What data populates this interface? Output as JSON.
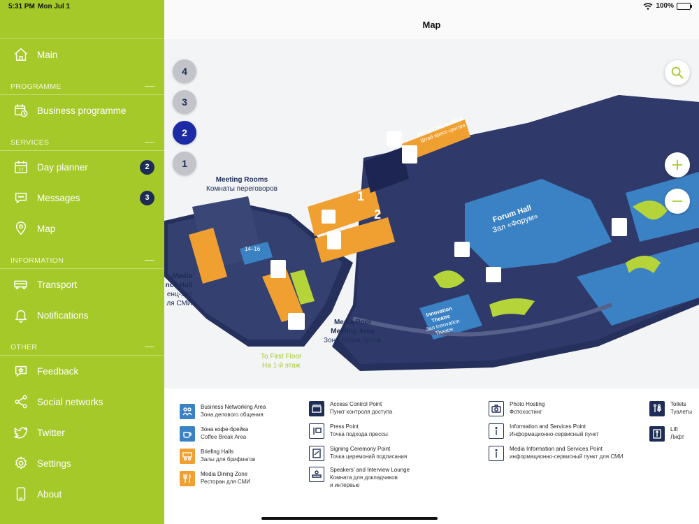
{
  "status_bar": {
    "time": "5:31 PM",
    "date": "Mon Jul 1",
    "battery": "100%"
  },
  "sidebar": {
    "main": {
      "label": "Main"
    },
    "sections": {
      "programme": "PROGRAMME",
      "services": "SERVICES",
      "information": "INFORMATION",
      "other": "OTHER"
    },
    "items": {
      "business_programme": "Business programme",
      "day_planner": {
        "label": "Day planner",
        "badge": "2"
      },
      "messages": {
        "label": "Messages",
        "badge": "3"
      },
      "map": "Map",
      "transport": "Transport",
      "notifications": "Notifications",
      "feedback": "Feedback",
      "social_networks": "Social networks",
      "twitter": "Twitter",
      "settings": "Settings",
      "about": "About"
    }
  },
  "page": {
    "title": "Map"
  },
  "floors": [
    "4",
    "3",
    "2",
    "1"
  ],
  "active_floor": "2",
  "map_labels": {
    "meeting_rooms": {
      "en": "Meeting Rooms",
      "ru": "Комнаты переговоров"
    },
    "media_hall": {
      "en": "Media",
      "en2": "nce Hall",
      "ru1": "енц-зал",
      "ru2": "ля СМИ"
    },
    "media_pool": {
      "en1": "Media Pool",
      "en2": "Meeting Area",
      "ru": "Зона сбора пулов"
    },
    "first_floor": {
      "en": "To First Floor",
      "ru": "На 1-й этаж"
    },
    "forum_hall": {
      "en": "Forum Hall",
      "ru": "Зал «Форум»"
    },
    "press_centre": {
      "en": "Press Centre Office",
      "ru": "Штаб пресс-центра"
    },
    "innovation_theatre": {
      "en1": "Innovation",
      "en2": "Theatre",
      "ru1": "Зал Innovation",
      "ru2": "Theatre"
    },
    "room_14_16": "14–16",
    "hall_1": "1",
    "hall_2": "2"
  },
  "legend": {
    "col1": [
      {
        "en": "Business Networking Area",
        "ru": "Зона делового общения",
        "color": "#3b82c4",
        "icon": "network-icon"
      },
      {
        "en": "Зона кофе-брейка",
        "ru": "Coffee Break Area",
        "color": "#3b82c4",
        "icon": "coffee-icon"
      },
      {
        "en": "Briefing Halls",
        "ru": "Залы для брифингов",
        "color": "#f0a030",
        "icon": "briefing-icon"
      },
      {
        "en": "Media Dining Zone",
        "ru": "Ресторан для СМИ",
        "color": "#f0a030",
        "icon": "dining-icon"
      }
    ],
    "col2": [
      {
        "en": "Access Control Point",
        "ru": "Пункт контроля доступа",
        "icon": "access-icon"
      },
      {
        "en": "Press Point",
        "ru": "Точка подхода прессы",
        "icon": "press-icon"
      },
      {
        "en": "Signing Ceremony Point",
        "ru": "Точка церемоний подписания",
        "icon": "signing-icon"
      },
      {
        "en": "Speakers' and Interview Lounge",
        "ru": "Комната для докладчиков",
        "ru2": "и интервью",
        "icon": "lounge-icon"
      }
    ],
    "col3": [
      {
        "en": "Photo Hosting",
        "ru": "Фотохостинг",
        "icon": "camera-icon"
      },
      {
        "en": "Information and Services Point",
        "ru": "Информационно-сервисный пункт",
        "icon": "info-icon"
      },
      {
        "en": "Media Information and Services Point",
        "ru": "информационно-сервисный пункт для СМИ",
        "icon": "media-info-icon"
      }
    ],
    "col4": [
      {
        "en": "Toilets",
        "ru": "Туалеты",
        "icon": "toilet-icon"
      },
      {
        "en": "Lift",
        "ru": "Лифт",
        "icon": "lift-icon"
      }
    ]
  },
  "colors": {
    "sidebar": "#a5c929",
    "navy": "#1d2d56",
    "active_floor": "#1d2aa5",
    "blue_area": "#3b82c4",
    "orange_area": "#f0a030"
  }
}
